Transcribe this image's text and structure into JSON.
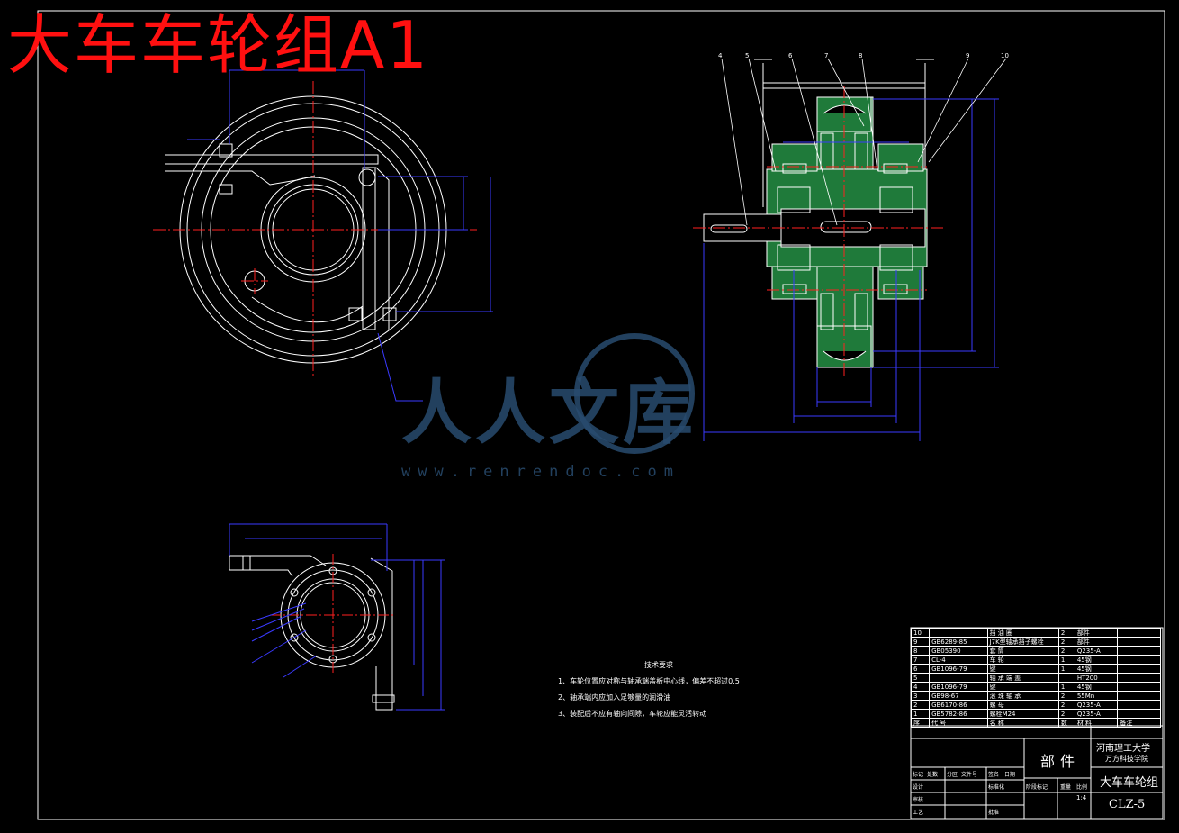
{
  "drawing_title": "大车车轮组A1",
  "watermark": {
    "brand": "人人文库",
    "url": "www.renrendoc.com"
  },
  "technical_requirements": {
    "title": "技术要求",
    "items": [
      "1、车轮位置应对称与轴承端盖板中心线，偏差不超过0.5",
      "2、轴承端内应加入足够量的润滑油",
      "3、装配后不应有轴向间隙，车轮应能灵活转动"
    ]
  },
  "bom": {
    "header": [
      "序",
      "代  号",
      "名  称",
      "数",
      "材  料",
      "备注"
    ],
    "rows": [
      [
        "10",
        "",
        "挡  油  圈",
        "2",
        "部件",
        ""
      ],
      [
        "9",
        "GB6289-85",
        "J7K型轴承挡子螺栓",
        "2",
        "部件",
        ""
      ],
      [
        "8",
        "GB05390",
        "套    筒",
        "2",
        "Q235-A",
        ""
      ],
      [
        "7",
        "CL-4",
        "车    轮",
        "1",
        "45钢",
        ""
      ],
      [
        "6",
        "GB1096-79",
        "键",
        "1",
        "45钢",
        ""
      ],
      [
        "5",
        "",
        "轴  承  端  盖",
        "",
        "HT200",
        ""
      ],
      [
        "4",
        "GB1096-79",
        "键",
        "1",
        "45钢",
        ""
      ],
      [
        "3",
        "GB98-67",
        "滚  珠  轴  承",
        "2",
        "55Mn",
        ""
      ],
      [
        "2",
        "GB6170-86",
        "螺    母",
        "2",
        "Q235-A",
        ""
      ],
      [
        "1",
        "GB5782-86",
        "螺栓M24",
        "2",
        "Q235-A",
        ""
      ]
    ]
  },
  "title_block": {
    "part_type": "部件",
    "school": "河南理工大学",
    "department": "万方科技学院",
    "drawing_name": "大车车轮组",
    "drawing_code": "CLZ-5",
    "scale": "1:4",
    "labels": [
      "标记",
      "处数",
      "分区",
      "文件号",
      "签名",
      "日期",
      "设计",
      "标准化",
      "审核",
      "工艺",
      "批准",
      "阶段标记",
      "重量",
      "比例"
    ]
  }
}
